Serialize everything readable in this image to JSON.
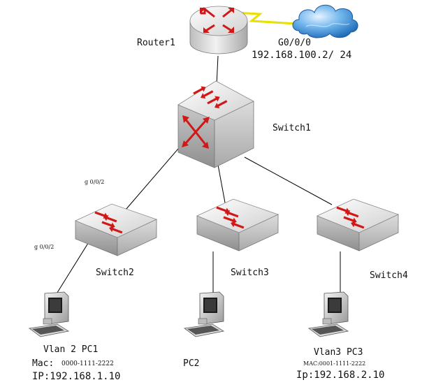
{
  "colors": {
    "arrow": "#d01818",
    "link": "#000000",
    "wan_link": "#e8e000",
    "cloud": "#3a8fd6"
  },
  "router": {
    "name": "Router1",
    "icon": "router-icon"
  },
  "wan": {
    "interface": "G0/0/0",
    "ip": "192.168.100.2/ 24",
    "icon": "cloud-icon"
  },
  "core_switch": {
    "name": "Switch1",
    "icon": "layer3-switch-icon"
  },
  "access_switches": [
    {
      "name": "Switch2",
      "icon": "switch-icon"
    },
    {
      "name": "Switch3",
      "icon": "switch-icon"
    },
    {
      "name": "Switch4",
      "icon": "switch-icon"
    }
  ],
  "ports": {
    "sw1_to_sw2": "g 0/0/2",
    "sw2_to_pc1": "g 0/0/2"
  },
  "hosts": [
    {
      "name": "Vlan 2 PC1",
      "mac_label": "Mac:",
      "mac": "0000-1111-2222",
      "ip": "IP:192.168.1.10",
      "icon": "pc-icon"
    },
    {
      "name": "PC2",
      "icon": "pc-icon"
    },
    {
      "name": "Vlan3 PC3",
      "mac_line": "MAC:0001-1111-2222",
      "ip": "Ip:192.168.2.10",
      "icon": "pc-icon"
    }
  ]
}
